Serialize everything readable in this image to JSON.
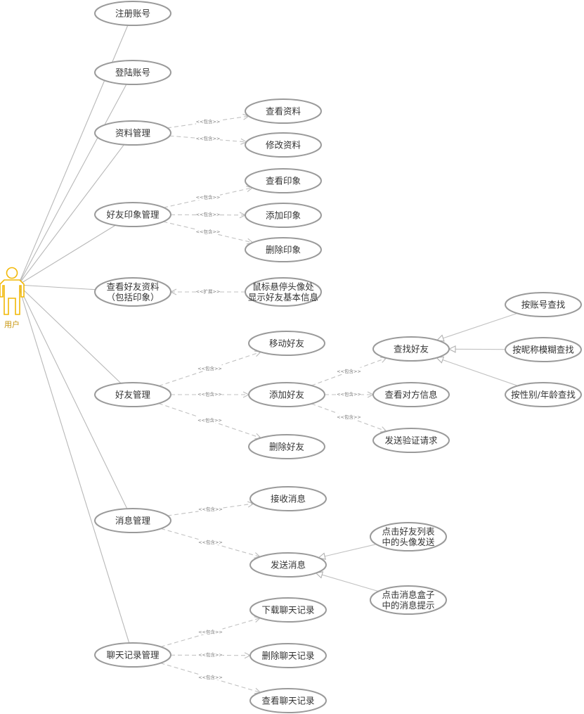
{
  "actor": {
    "name": "用户",
    "color": "#F2B807"
  },
  "use_cases": [
    {
      "id": "register",
      "lines": [
        "注册账号"
      ]
    },
    {
      "id": "login",
      "lines": [
        "登陆账号"
      ]
    },
    {
      "id": "profile",
      "lines": [
        "资料管理"
      ]
    },
    {
      "id": "view-profile",
      "lines": [
        "查看资料"
      ]
    },
    {
      "id": "edit-profile",
      "lines": [
        "修改资料"
      ]
    },
    {
      "id": "impression",
      "lines": [
        "好友印象管理"
      ]
    },
    {
      "id": "view-impression",
      "lines": [
        "查看印象"
      ]
    },
    {
      "id": "add-impression",
      "lines": [
        "添加印象"
      ]
    },
    {
      "id": "delete-impression",
      "lines": [
        "删除印象"
      ]
    },
    {
      "id": "view-friend-info",
      "lines": [
        "查看好友资料",
        "（包括印象）"
      ]
    },
    {
      "id": "hover-avatar",
      "lines": [
        "鼠标悬停头像处",
        "显示好友基本信息"
      ]
    },
    {
      "id": "friends",
      "lines": [
        "好友管理"
      ]
    },
    {
      "id": "move-friend",
      "lines": [
        "移动好友"
      ]
    },
    {
      "id": "add-friend",
      "lines": [
        "添加好友"
      ]
    },
    {
      "id": "delete-friend",
      "lines": [
        "删除好友"
      ]
    },
    {
      "id": "find-friend",
      "lines": [
        "查找好友"
      ]
    },
    {
      "id": "view-other-info",
      "lines": [
        "查看对方信息"
      ]
    },
    {
      "id": "send-verify",
      "lines": [
        "发送验证请求"
      ]
    },
    {
      "id": "find-by-account",
      "lines": [
        "按账号查找"
      ]
    },
    {
      "id": "find-by-nickname",
      "lines": [
        "按昵称模糊查找"
      ]
    },
    {
      "id": "find-by-gender-age",
      "lines": [
        "按性别/年龄查找"
      ]
    },
    {
      "id": "messages",
      "lines": [
        "消息管理"
      ]
    },
    {
      "id": "receive-msg",
      "lines": [
        "接收消息"
      ]
    },
    {
      "id": "send-msg",
      "lines": [
        "发送消息"
      ]
    },
    {
      "id": "click-friend-avatar",
      "lines": [
        "点击好友列表",
        "中的头像发送"
      ]
    },
    {
      "id": "click-msg-box",
      "lines": [
        "点击消息盒子",
        "中的消息提示"
      ]
    },
    {
      "id": "chat-history",
      "lines": [
        "聊天记录管理"
      ]
    },
    {
      "id": "download-history",
      "lines": [
        "下载聊天记录"
      ]
    },
    {
      "id": "delete-history",
      "lines": [
        "删除聊天记录"
      ]
    },
    {
      "id": "view-history",
      "lines": [
        "查看聊天记录"
      ]
    }
  ],
  "associations": [
    "register",
    "login",
    "profile",
    "impression",
    "view-friend-info",
    "friends",
    "messages",
    "chat-history"
  ],
  "relationships": [
    {
      "from": "profile",
      "to": "view-profile",
      "label": "<<包含>>"
    },
    {
      "from": "profile",
      "to": "edit-profile",
      "label": "<<包含>>"
    },
    {
      "from": "impression",
      "to": "view-impression",
      "label": "<<包含>>"
    },
    {
      "from": "impression",
      "to": "add-impression",
      "label": "<<包含>>"
    },
    {
      "from": "impression",
      "to": "delete-impression",
      "label": "<<包含>>"
    },
    {
      "from": "hover-avatar",
      "to": "view-friend-info",
      "label": "<<扩展>>"
    },
    {
      "from": "friends",
      "to": "move-friend",
      "label": "<<包含>>"
    },
    {
      "from": "friends",
      "to": "add-friend",
      "label": "<<包含>>"
    },
    {
      "from": "friends",
      "to": "delete-friend",
      "label": "<<包含>>"
    },
    {
      "from": "add-friend",
      "to": "find-friend",
      "label": "<<包含>>"
    },
    {
      "from": "add-friend",
      "to": "view-other-info",
      "label": "<<包含>>"
    },
    {
      "from": "add-friend",
      "to": "send-verify",
      "label": "<<包含>>"
    },
    {
      "from": "messages",
      "to": "receive-msg",
      "label": "<<包含>>"
    },
    {
      "from": "messages",
      "to": "send-msg",
      "label": "<<包含>>"
    },
    {
      "from": "chat-history",
      "to": "download-history",
      "label": "<<包含>>"
    },
    {
      "from": "chat-history",
      "to": "delete-history",
      "label": "<<包含>>"
    },
    {
      "from": "chat-history",
      "to": "view-history",
      "label": "<<包含>>"
    }
  ],
  "generalizations": [
    {
      "child": "find-by-account",
      "parent": "find-friend"
    },
    {
      "child": "find-by-nickname",
      "parent": "find-friend"
    },
    {
      "child": "find-by-gender-age",
      "parent": "find-friend"
    },
    {
      "child": "click-friend-avatar",
      "parent": "send-msg"
    },
    {
      "child": "click-msg-box",
      "parent": "send-msg"
    }
  ]
}
